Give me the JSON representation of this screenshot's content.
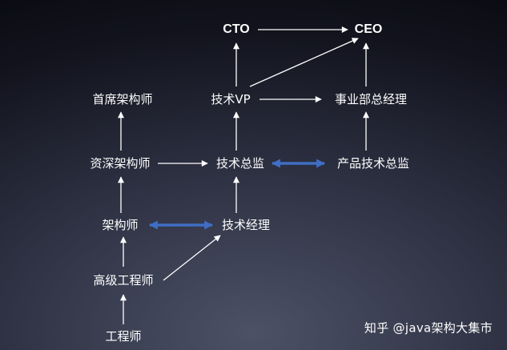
{
  "diagram": {
    "nodes": {
      "cto": "CTO",
      "ceo": "CEO",
      "chief_architect": "首席架构师",
      "tech_vp": "技术VP",
      "business_gm": "事业部总经理",
      "senior_architect": "资深架构师",
      "tech_director": "技术总监",
      "product_tech_director": "产品技术总监",
      "architect": "架构师",
      "tech_manager": "技术经理",
      "senior_engineer": "高级工程师",
      "engineer": "工程师"
    },
    "edges": [
      {
        "from": "engineer",
        "to": "senior_engineer",
        "style": "arrow"
      },
      {
        "from": "senior_engineer",
        "to": "architect",
        "style": "arrow"
      },
      {
        "from": "senior_engineer",
        "to": "tech_manager",
        "style": "arrow"
      },
      {
        "from": "architect",
        "to": "senior_architect",
        "style": "arrow"
      },
      {
        "from": "architect",
        "to": "tech_manager",
        "style": "double-arrow"
      },
      {
        "from": "tech_manager",
        "to": "tech_director",
        "style": "arrow"
      },
      {
        "from": "senior_architect",
        "to": "chief_architect",
        "style": "arrow"
      },
      {
        "from": "senior_architect",
        "to": "tech_director",
        "style": "arrow"
      },
      {
        "from": "tech_director",
        "to": "tech_vp",
        "style": "arrow"
      },
      {
        "from": "tech_director",
        "to": "product_tech_director",
        "style": "double-arrow"
      },
      {
        "from": "product_tech_director",
        "to": "business_gm",
        "style": "arrow"
      },
      {
        "from": "tech_vp",
        "to": "cto",
        "style": "arrow"
      },
      {
        "from": "tech_vp",
        "to": "ceo",
        "style": "arrow"
      },
      {
        "from": "tech_vp",
        "to": "business_gm",
        "style": "arrow"
      },
      {
        "from": "business_gm",
        "to": "ceo",
        "style": "arrow"
      },
      {
        "from": "cto",
        "to": "ceo",
        "style": "arrow"
      }
    ],
    "colors": {
      "text": "#ffffff",
      "arrow": "#ffffff",
      "double_arrow": "#3f6ec4"
    }
  },
  "watermark": "知乎 @java架构大集市"
}
